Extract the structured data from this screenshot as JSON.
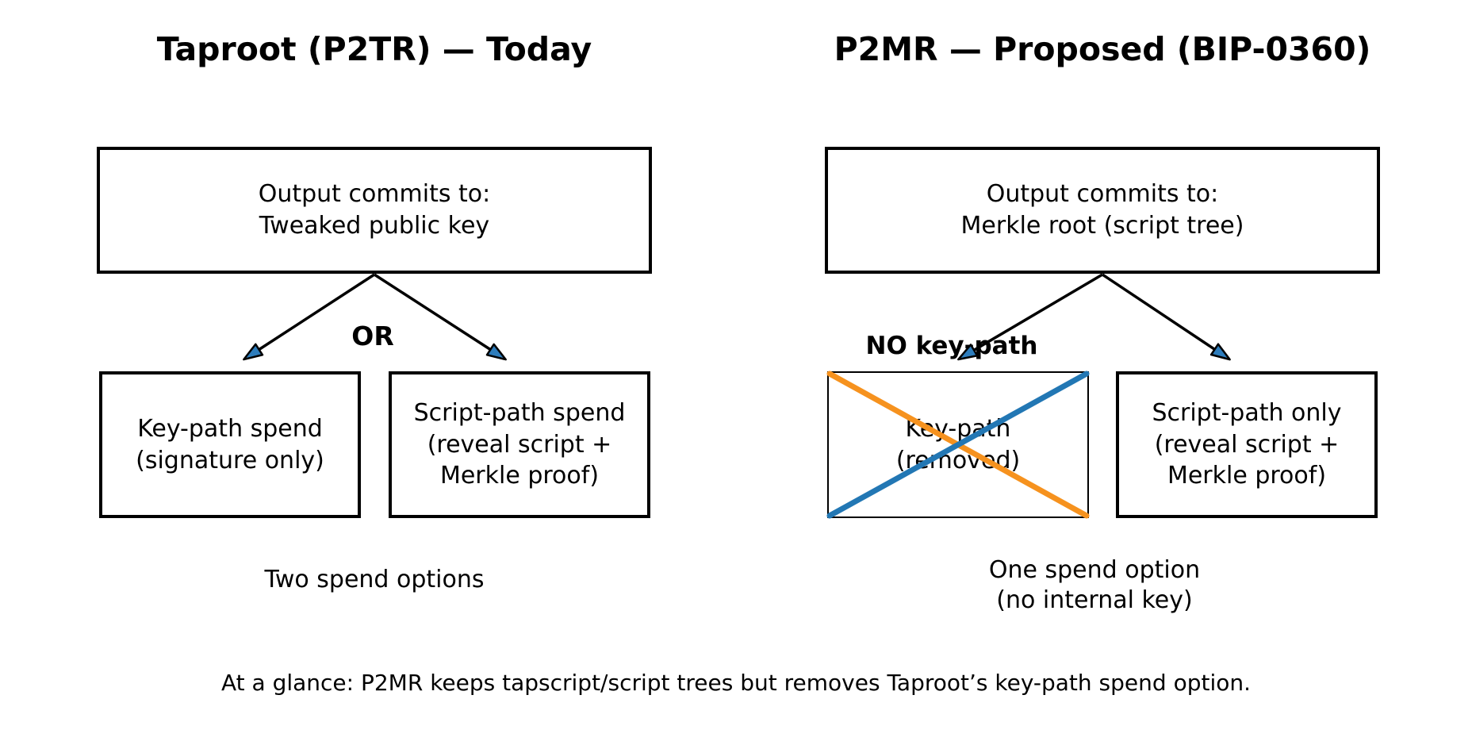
{
  "left_panel": {
    "title": "Taproot (P2TR) — Today",
    "root_box": [
      "Output commits to:",
      "Tweaked public key"
    ],
    "or_label": "OR",
    "keypath_box": [
      "Key-path spend",
      "(signature only)"
    ],
    "scriptpath_box": [
      "Script-path spend",
      "(reveal script +",
      "Merkle proof)"
    ],
    "caption": "Two spend options"
  },
  "right_panel": {
    "title": "P2MR — Proposed (BIP-0360)",
    "root_box": [
      "Output commits to:",
      "Merkle root (script tree)"
    ],
    "no_keypath_label": "NO key-path",
    "keypath_box": [
      "Key-path",
      "(removed)"
    ],
    "scriptpath_box": [
      "Script-path only",
      "(reveal script +",
      "Merkle proof)"
    ],
    "caption": [
      "One spend option",
      "(no internal key)"
    ]
  },
  "footer": "At a glance: P2MR keeps tapscript/script trees but removes Taproot’s key-path spend option.",
  "colors": {
    "arrowhead_fill": "#2e7dbc",
    "arrow_line": "#000000",
    "cross_orange": "#f6921e",
    "cross_blue": "#2277b4"
  }
}
